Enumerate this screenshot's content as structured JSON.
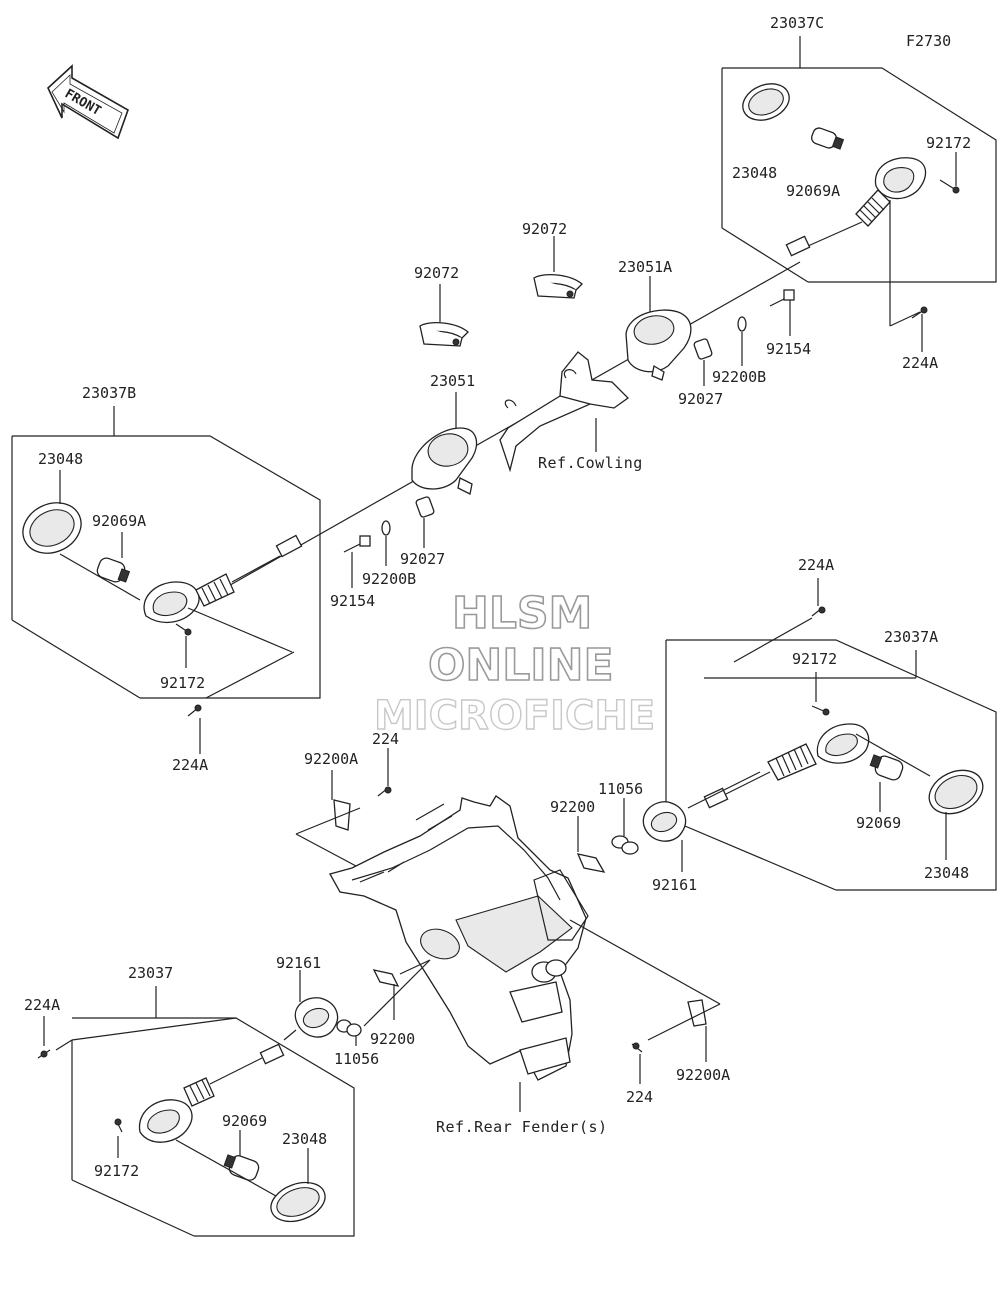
{
  "figure_code": "F2730",
  "front_label": "FRONT",
  "watermark": {
    "line1": "HLSM",
    "line2": "ONLINE",
    "line3": "MICROFICHE"
  },
  "references": {
    "cowling": "Ref.Cowling",
    "rear_fender": "Ref.Rear Fender(s)"
  },
  "labels": {
    "a23037C": "23037C",
    "c23048": "23048",
    "c92069A": "92069A",
    "c92172": "92172",
    "c224A": "224A",
    "c92072": "92072",
    "d92072": "92072",
    "c23051A": "23051A",
    "c92154": "92154",
    "c92200B": "92200B",
    "c92027": "92027",
    "b23037B": "23037B",
    "b23048": "23048",
    "b92069A": "92069A",
    "b92172": "92172",
    "b224A": "224A",
    "b23051": "23051",
    "b92154": "92154",
    "b92200B": "92200B",
    "b92027": "92027",
    "r224A": "224A",
    "r23037A": "23037A",
    "r92172": "92172",
    "r92069": "92069",
    "r23048": "23048",
    "r92161": "92161",
    "r11056": "11056",
    "r92200": "92200",
    "m92200A": "92200A",
    "m224": "224",
    "m92200": "92200",
    "m224b": "224",
    "m92200Ab": "92200A",
    "l23037": "23037",
    "l224A": "224A",
    "l92161": "92161",
    "l11056": "11056",
    "l92069": "92069",
    "l23048": "23048",
    "l92172": "92172"
  }
}
